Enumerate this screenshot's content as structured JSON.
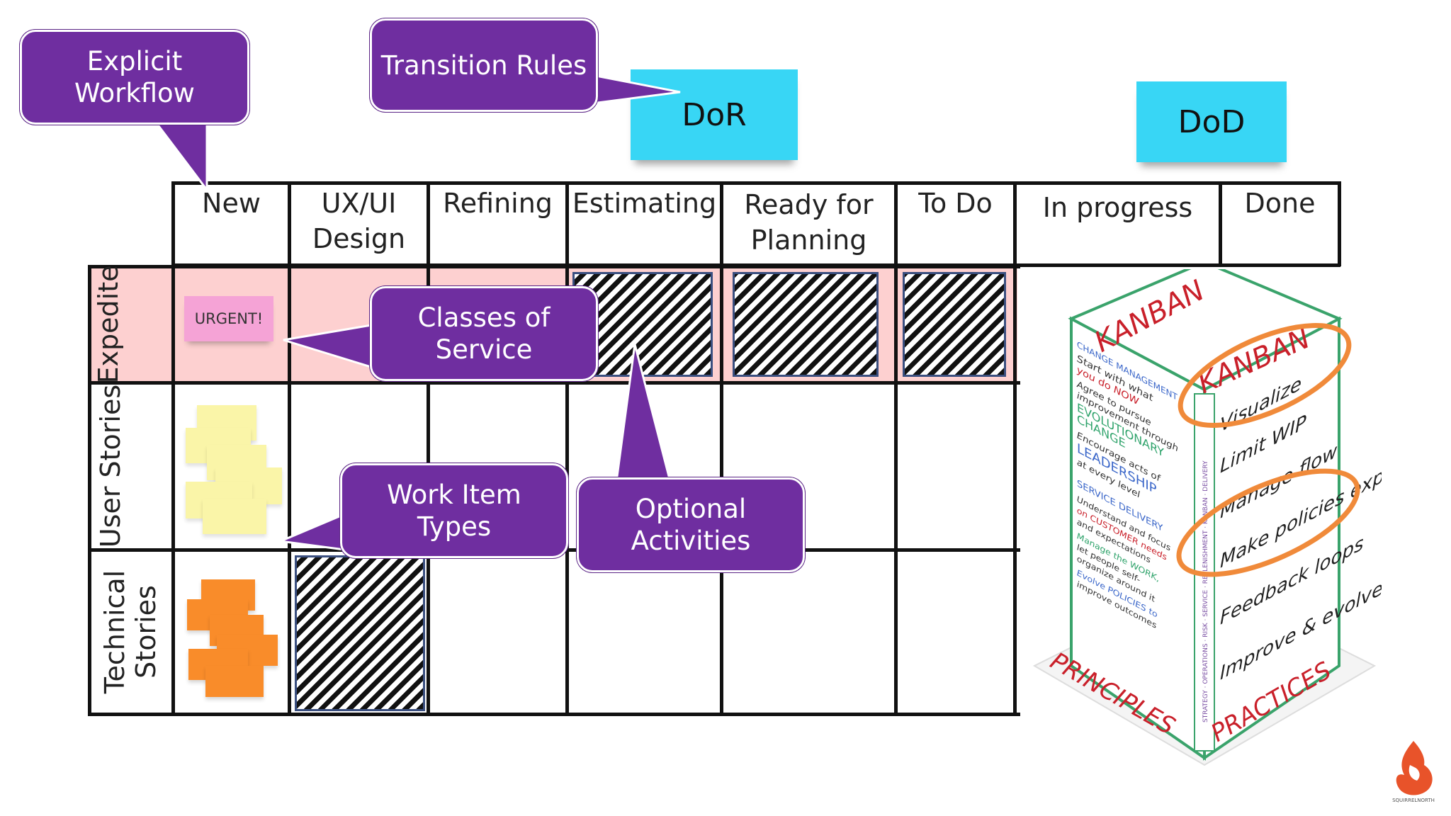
{
  "sticky_notes": {
    "dor": "DoR",
    "dod": "DoD"
  },
  "columns": [
    {
      "label": "New"
    },
    {
      "label": "UX/UI\nDesign"
    },
    {
      "label": "Refining"
    },
    {
      "label": "Estimating"
    },
    {
      "label": "Ready for\nPlanning"
    },
    {
      "label": "To Do"
    },
    {
      "label": "In progress"
    },
    {
      "label": "Done"
    }
  ],
  "rows": [
    {
      "label": "Expedite"
    },
    {
      "label": "User Stories"
    },
    {
      "label": "Technical\nStories"
    }
  ],
  "urgent_note": "URGENT!",
  "callouts": {
    "explicit_workflow": "Explicit\nWorkflow",
    "transition_rules": "Transition Rules",
    "classes_of_service": "Classes of\nService",
    "work_item_types": "Work Item\nTypes",
    "optional_activities": "Optional\nActivities"
  },
  "kanban_box": {
    "top": "KANBAN",
    "top_right": "KANBAN",
    "left_face": {
      "heading1": "CHANGE MANAGEMENT",
      "lines1": [
        "Start with what",
        "you do NOW",
        "Agree to pursue",
        "improvement through",
        "EVOLUTIONARY",
        "CHANGE",
        "Encourage acts of",
        "LEADERSHIP",
        "at every level"
      ],
      "heading2": "SERVICE DELIVERY",
      "lines2": [
        "Understand and focus",
        "on CUSTOMER needs",
        "and expectations",
        "Manage the WORK,",
        "let people self-",
        "organize around it",
        "Evolve POLICIES to",
        "improve outcomes"
      ]
    },
    "spine": "STRATEGY · OPERATIONS · RISK · SERVICE · REPLENISHMENT · KANBAN · DELIVERY",
    "right_face": [
      "Visualize",
      "Limit WIP",
      "Manage flow",
      "Make policies\nexplicit",
      "Feedback\nloops",
      "Improve &\nevolve"
    ],
    "base_left": "PRINCIPLES",
    "base_right": "PRACTICES"
  },
  "logo_text": "SQUIRRELNORTH",
  "colors": {
    "callout": "#6f2ea0",
    "sticky_cyan": "#38d6f5",
    "expedite_row": "#fdd0d0",
    "urgent_note": "#f5a3d6",
    "yellow_notes": "#faf5a8",
    "orange_notes": "#f98c2a",
    "highlight_ring": "#f08a3a"
  }
}
